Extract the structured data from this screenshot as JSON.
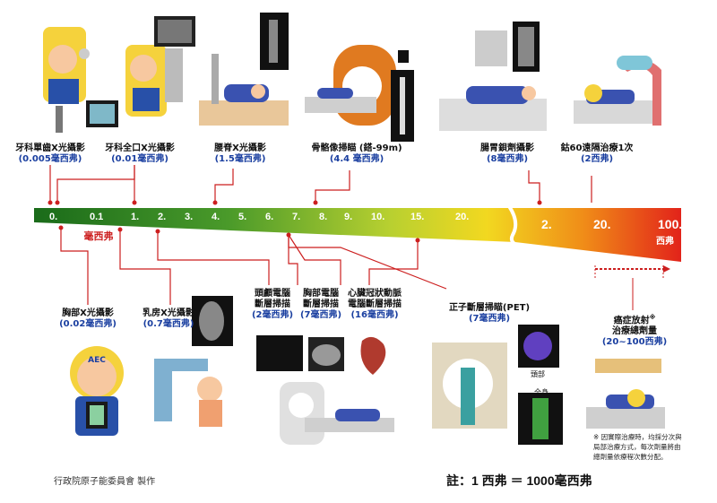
{
  "scale": {
    "unit_label": "毫西弗",
    "unit_sievert": "西弗",
    "ticks_low": [
      "0.",
      "0.1",
      "1.",
      "2.",
      "3.",
      "4.",
      "5.",
      "6.",
      "7.",
      "8.",
      "9.",
      "10.",
      "15.",
      "20."
    ],
    "ticks_high": [
      "2.",
      "20.",
      "100."
    ]
  },
  "top_items": [
    {
      "name": "牙科單齒X光攝影",
      "dose": "(0.005毫西弗)"
    },
    {
      "name": "牙科全口X光攝影",
      "dose": "(0.01毫西弗)"
    },
    {
      "name": "腰脊X光攝影",
      "dose": "(1.5毫西弗)"
    },
    {
      "name": "骨骼像掃瞄 (鎝-99m)",
      "dose": "(4.4 毫西弗)"
    },
    {
      "name": "腸胃鋇劑攝影",
      "dose": "(8毫西弗)"
    },
    {
      "name": "鈷60遠隔治療1次",
      "dose": "(2西弗)"
    }
  ],
  "bottom_items": [
    {
      "name": "胸部X光攝影",
      "dose": "(0.02毫西弗)"
    },
    {
      "name": "乳房X光攝影",
      "dose": "(0.7毫西弗)"
    },
    {
      "name_lines": [
        "頭顱電腦",
        "斷層掃描"
      ],
      "dose": "(2毫西弗)"
    },
    {
      "name_lines": [
        "胸部電腦",
        "斷層掃描"
      ],
      "dose": "(7毫西弗)"
    },
    {
      "name_lines": [
        "心臟冠狀動脈",
        "電腦斷層掃描"
      ],
      "dose": "(16毫西弗)"
    },
    {
      "name": "正子斷層掃瞄(PET)",
      "dose": "(7毫西弗)"
    },
    {
      "name_lines": [
        "癌症放射",
        "治療總劑量"
      ],
      "superscript": "※",
      "dose": "(20~100西弗)"
    }
  ],
  "pet_labels": {
    "head": "頭部",
    "body": "全身"
  },
  "mascot_badge": "AEC",
  "note": "※ 因實際治療時，均採分次與局部治療方式，每次劑量將由總劑量依療程次數分配。",
  "footer": "行政院原子能委員會 製作",
  "formula": "註：1 西弗 ＝ 1000毫西弗",
  "colors": {
    "connector": "#cc1f1f",
    "dose": "#1a3fa0",
    "bar_start": "#1a6b1a",
    "bar_end": "#e2231a"
  }
}
